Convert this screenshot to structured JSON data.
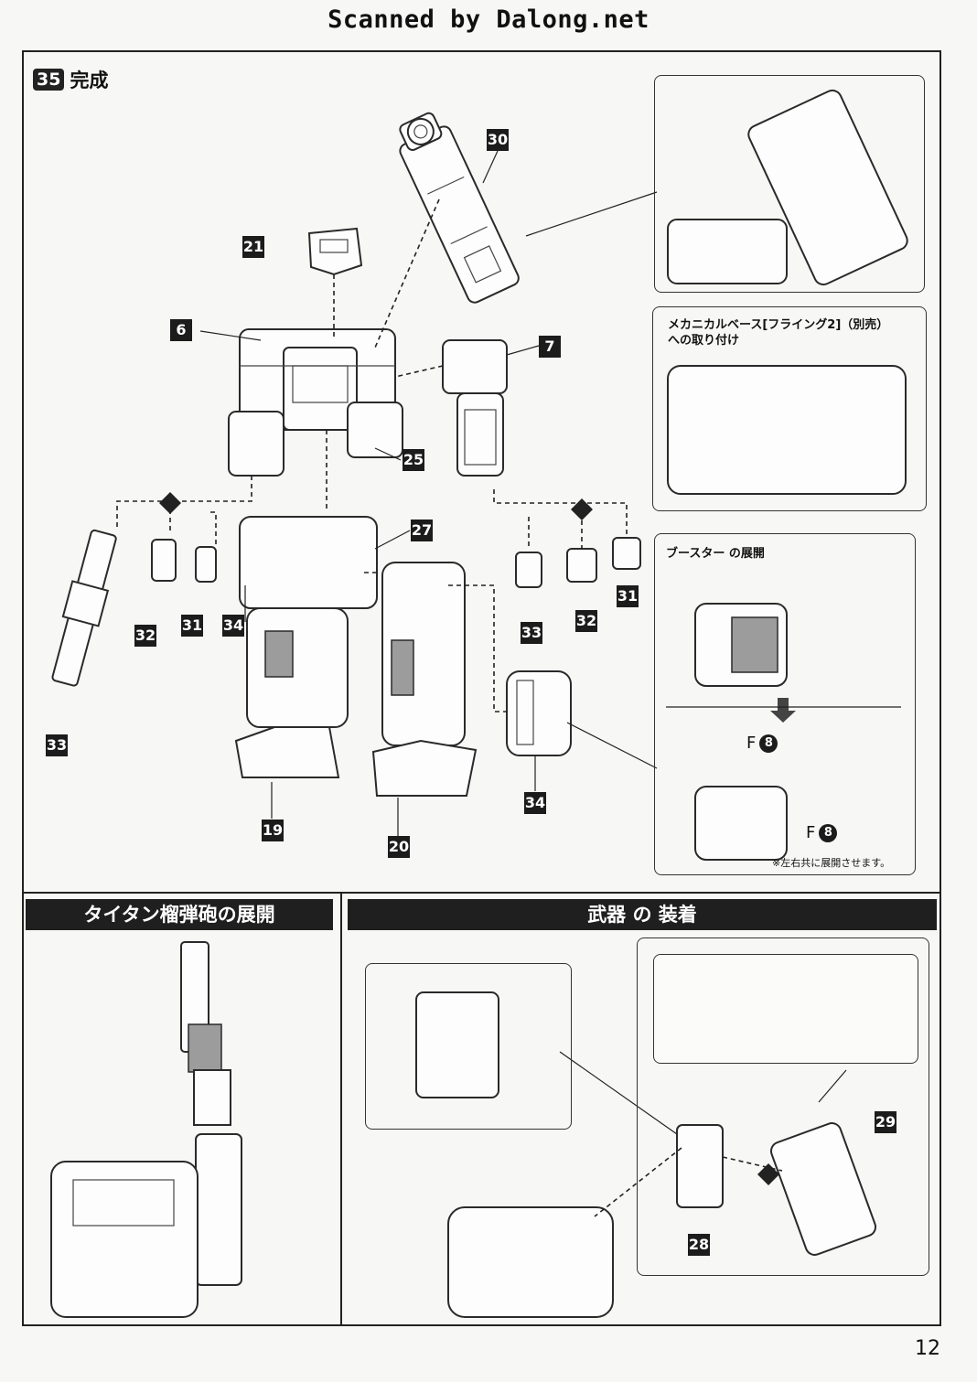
{
  "header": {
    "scan_credit": "Scanned by Dalong.net"
  },
  "step": {
    "number": "35",
    "title": "完成"
  },
  "callouts": {
    "c30": "30",
    "c21": "21",
    "c6": "6",
    "c7": "7",
    "c25": "25",
    "c27": "27",
    "c32a": "32",
    "c31a": "31",
    "c34a": "34",
    "c33a": "33",
    "c19": "19",
    "c20": "20",
    "c33b": "33",
    "c32b": "32",
    "c31b": "31",
    "c34b": "34",
    "c29": "29",
    "c28": "28"
  },
  "insets": {
    "mount_title_line1": "メカニカルベース[フライング2]（別売）",
    "mount_title_line2": "への取り付け",
    "booster_title": "ブースター の展開",
    "booster_note": "※左右共に展開させます。",
    "f_label_a": "F",
    "f_num_a": "8",
    "f_label_b": "F",
    "f_num_b": "8"
  },
  "sections": {
    "left_banner": "タイタン榴弾砲の展開",
    "right_banner": "武器 の 装着"
  },
  "page_number": "12"
}
